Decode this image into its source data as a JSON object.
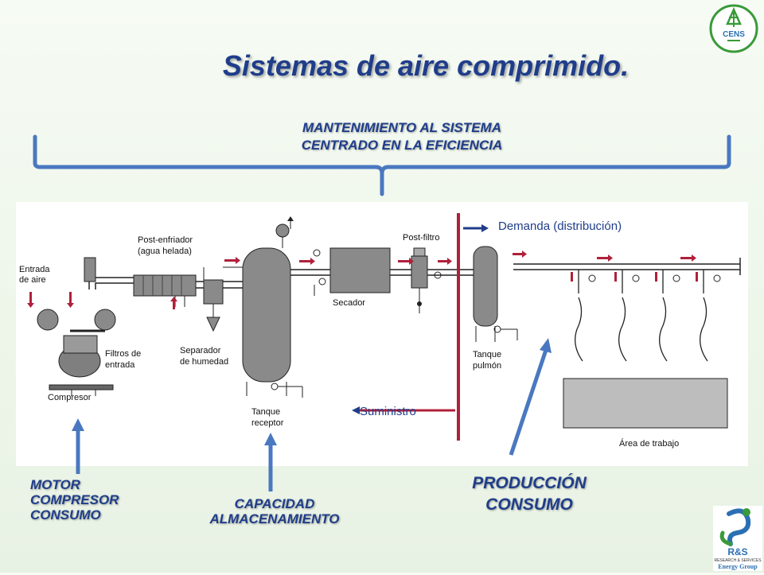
{
  "title": "Sistemas de aire comprimido.",
  "brace_caption": [
    "MANTENIMIENTO AL SISTEMA",
    "CENTRADO EN LA EFICIENCIA"
  ],
  "diagram": {
    "entrada_de_aire": [
      "Entrada",
      "de aire"
    ],
    "compresor": "Compresor",
    "filtros_de_entrada": [
      "Filtros de",
      "entrada"
    ],
    "post_enfriador": [
      "Post-enfriador",
      "(agua helada)"
    ],
    "separador_de_humedad": [
      "Separador",
      "de humedad"
    ],
    "tanque_receptor": [
      "Tanque",
      "receptor"
    ],
    "post_filtro": "Post-filtro",
    "secador": "Secador",
    "demanda": "Demanda (distribución)",
    "suministro": "Suministro",
    "tanque_pulmon": [
      "Tanque",
      "pulmón"
    ],
    "area_de_trabajo": "Área de trabajo"
  },
  "bottom_labels": {
    "motor": [
      "MOTOR",
      "COMPRESOR",
      "CONSUMO"
    ],
    "capacidad": [
      "CAPACIDAD",
      "ALMACENAMIENTO"
    ],
    "produccion": [
      "PRODUCCIÓN",
      "CONSUMO"
    ]
  },
  "logos": {
    "cens_text": "CENS",
    "rs_text": "R&S",
    "rs_sub": "RESEARCH & SERVICES",
    "rs_bottom": "Energy Group"
  },
  "colors": {
    "accent_blue": "#1f3d8a",
    "arrow_blue": "#4a78c0",
    "supply_red": "#b0203a"
  }
}
